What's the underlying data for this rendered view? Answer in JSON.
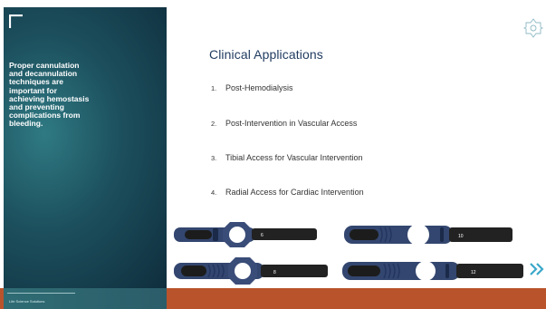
{
  "sidebar": {
    "text": "Proper cannulation\nand decannulation\ntechniques are\nimportant for\nachieving hemostasis\nand preventing\ncomplications from\nbleeding.",
    "footer": "Life Science Solutions"
  },
  "main": {
    "title": "Clinical Applications",
    "items": [
      {
        "number": "1.",
        "label": "Post-Hemodialysis"
      },
      {
        "number": "2.",
        "label": "Post-Intervention in Vascular Access"
      },
      {
        "number": "3.",
        "label": "Tibial Access for Vascular Intervention"
      },
      {
        "number": "4.",
        "label": "Radial Access for Cardiac Intervention"
      }
    ]
  },
  "devices": {
    "labels": [
      "6",
      "8",
      "10",
      "12"
    ]
  },
  "icons": {
    "corner": "corner-bracket-icon",
    "logo": "ornament-logo-icon",
    "next": "double-chevron-right-icon"
  },
  "colors": {
    "panel": "#1c4f5d",
    "accent_bar": "#b9532b",
    "title": "#1e3a5f",
    "chevron": "#3aa8c9"
  }
}
